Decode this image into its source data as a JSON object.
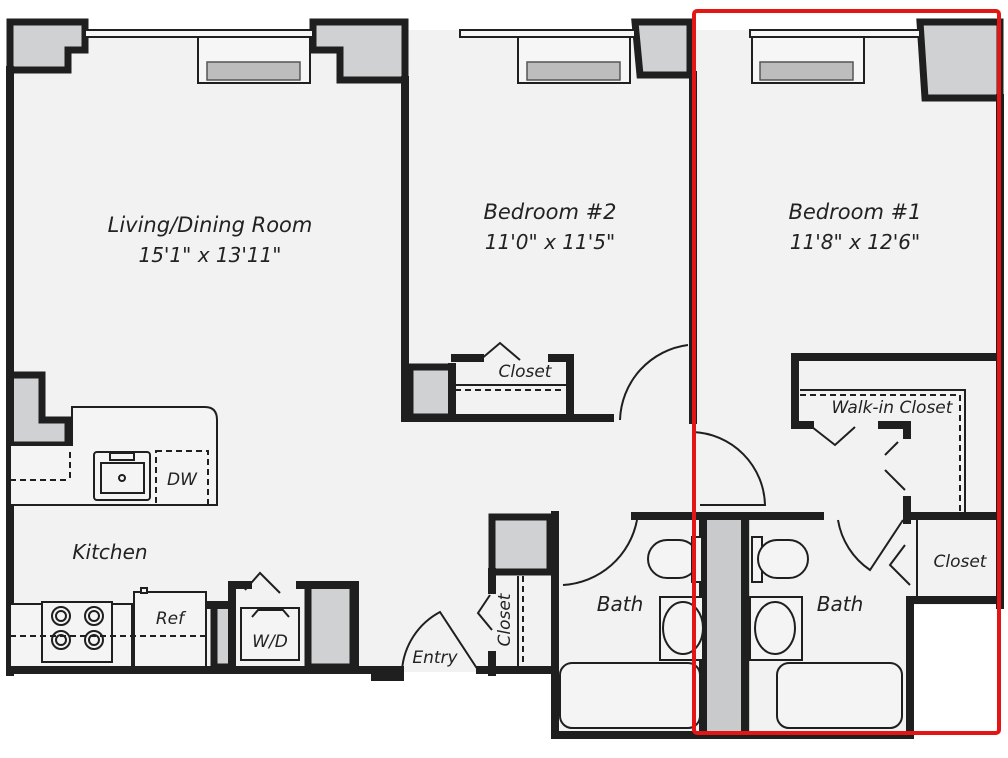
{
  "floorplan": {
    "rooms": {
      "living": {
        "name": "Living/Dining Room",
        "dimensions": "15'1\" x 13'11\""
      },
      "bedroom2": {
        "name": "Bedroom #2",
        "dimensions": "11'0\" x 11'5\""
      },
      "bedroom1": {
        "name": "Bedroom #1",
        "dimensions": "11'8\" x 12'6\""
      },
      "kitchen": {
        "name": "Kitchen"
      },
      "bath_left": {
        "name": "Bath"
      },
      "bath_right": {
        "name": "Bath"
      },
      "walkin": {
        "name": "Walk-in Closet"
      },
      "closet_bed2": {
        "name": "Closet"
      },
      "closet_entry": {
        "name": "Closet"
      },
      "closet_bed1": {
        "name": "Closet"
      },
      "entry": {
        "name": "Entry"
      }
    },
    "appliances": {
      "dishwasher": "DW",
      "refrigerator": "Ref",
      "washer_dryer": "W/D"
    },
    "colors": {
      "wall": "#1f1f1f",
      "floor": "#f2f2f2",
      "column": "#d0d1d3",
      "highlight": "#e41515"
    }
  }
}
